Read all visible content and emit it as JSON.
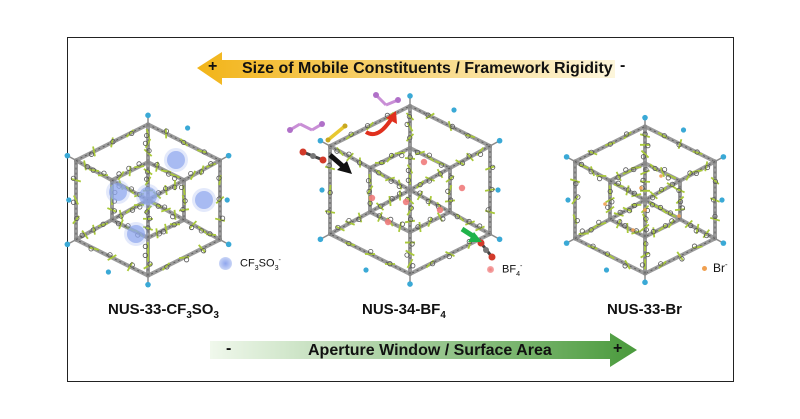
{
  "top_arrow": {
    "label": "Size of Mobile Constituents / Framework Rigidity",
    "left_sign": "+",
    "right_sign": "-",
    "color_dark": "#f2b418",
    "color_light": "#fdf6dc"
  },
  "bottom_arrow": {
    "label": "Aperture Window / Surface Area",
    "left_sign": "-",
    "right_sign": "+",
    "color_dark": "#4a9a3c",
    "color_light": "#f0f8ec"
  },
  "frameworks": [
    {
      "name": "NUS-33-CF",
      "sub1": "3",
      "mid": "SO",
      "sub2": "3",
      "legend_text": "CF",
      "legend_sub1": "3",
      "legend_mid": "SO",
      "legend_sub2": "3",
      "legend_sup": "-",
      "ion_color": "#8fa6ee"
    },
    {
      "name": "NUS-34-BF",
      "sub1": "4",
      "legend_text": "BF",
      "legend_sub1": "4",
      "legend_sup": "-",
      "ion_color": "#f07b7b"
    },
    {
      "name": "NUS-33-Br",
      "legend_text": "Br",
      "legend_sup": "-",
      "ion_color": "#f0a050"
    }
  ],
  "colors": {
    "framework_gray": "#8a8a8a",
    "framework_dark": "#555555",
    "linker_green": "#a9c93a",
    "node_blue": "#3aa9d6",
    "arrow_black": "#111111",
    "arrow_red": "#e0301e",
    "arrow_green": "#1fb34a",
    "molecule_purple": "#c98fd6",
    "molecule_yellow": "#e8c830",
    "co2_red": "#d23a2a"
  },
  "icons": [
    "arrow-right-icon",
    "curved-arrow-icon",
    "co2-molecule-icon",
    "hydrocarbon-molecule-icon"
  ]
}
